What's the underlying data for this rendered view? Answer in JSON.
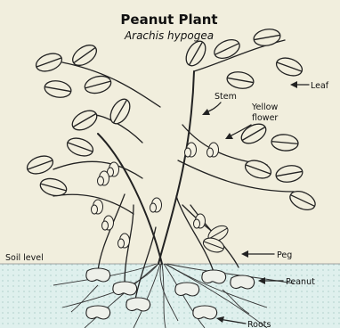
{
  "title": "Peanut Plant",
  "subtitle": "Arachis hypogea",
  "labels": {
    "leaf": "Leaf",
    "stem": "Stem",
    "yellow_flower_1": "Yellow",
    "yellow_flower_2": "flower",
    "soil_level": "Soil level",
    "peg": "Peg",
    "peanut": "Peanut",
    "roots": "Roots"
  },
  "colors": {
    "background": "#f1eedd",
    "soil": "#dff0ed",
    "ink": "#222222"
  }
}
